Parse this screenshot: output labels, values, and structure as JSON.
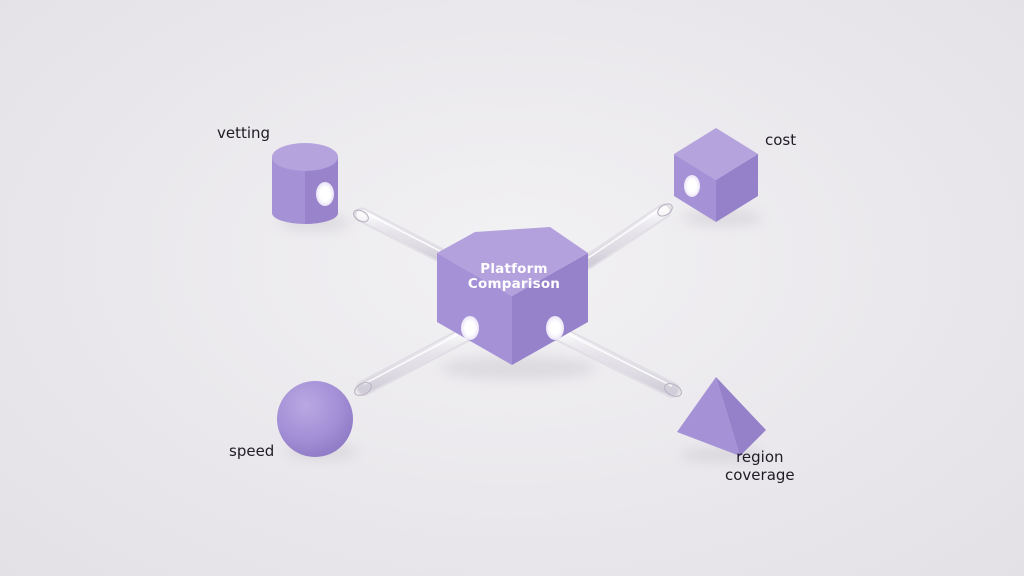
{
  "hub": {
    "title_line1": "Platform",
    "title_line2": "Comparison",
    "shape": "hexagonal prism"
  },
  "nodes": [
    {
      "id": "vetting",
      "label": "vetting",
      "shape": "cylinder"
    },
    {
      "id": "cost",
      "label": "cost",
      "shape": "cube"
    },
    {
      "id": "speed",
      "label": "speed",
      "shape": "sphere"
    },
    {
      "id": "region",
      "label_line1": "region",
      "label_line2": "coverage",
      "shape": "pyramid"
    }
  ],
  "colors": {
    "background": "#ebe9ec",
    "shape_light": "#b4a3dc",
    "shape_mid": "#a592d6",
    "shape_dark": "#9480c8",
    "glow": "#ffffff",
    "text": "#1f1c24"
  },
  "connector_style": "glass tubes"
}
